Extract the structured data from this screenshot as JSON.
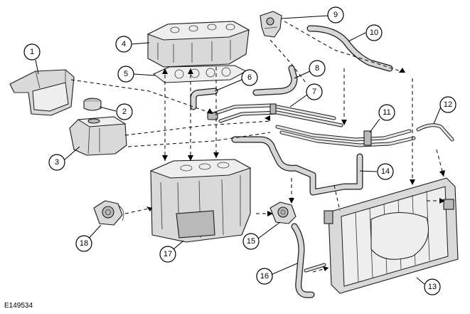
{
  "figure_code": "E149534",
  "callouts": [
    "1",
    "2",
    "3",
    "4",
    "5",
    "6",
    "7",
    "8",
    "9",
    "10",
    "11",
    "12",
    "13",
    "14",
    "15",
    "16",
    "17",
    "18"
  ]
}
